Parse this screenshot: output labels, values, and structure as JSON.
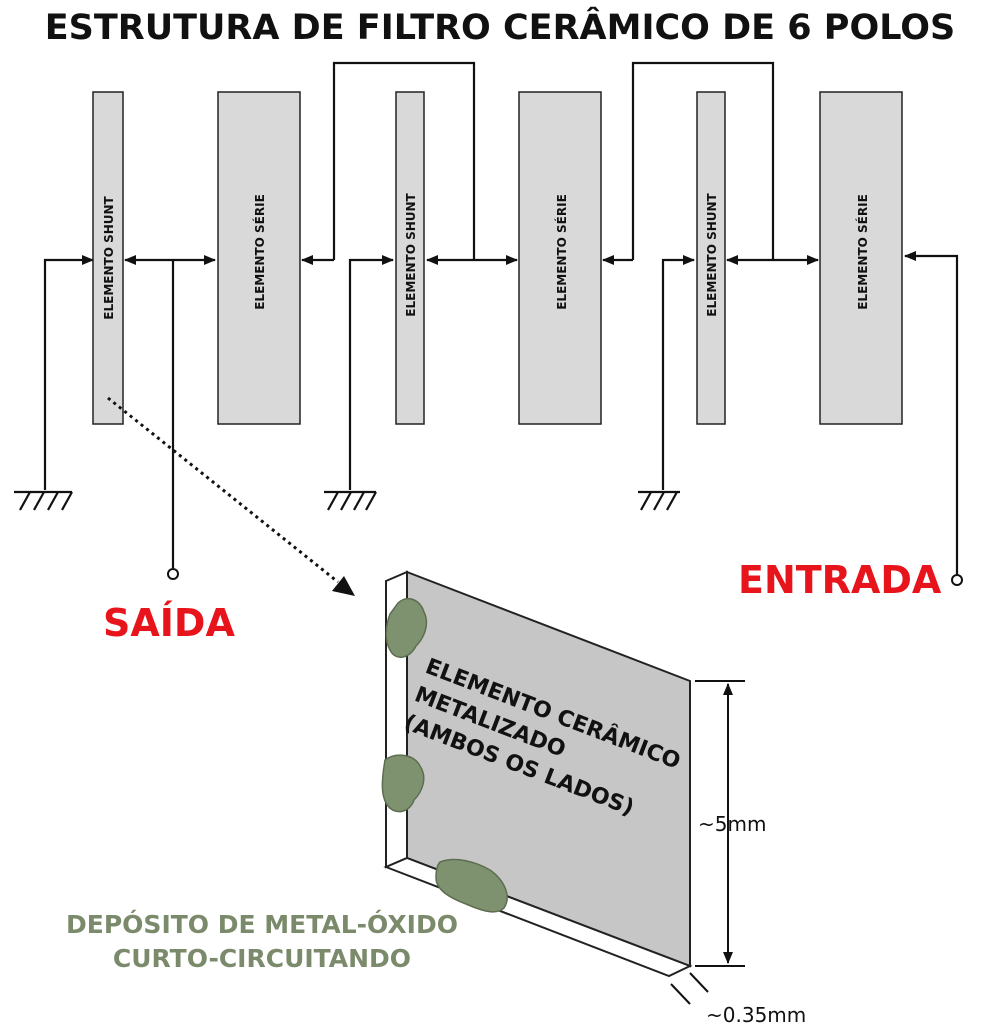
{
  "title": "ESTRUTURA DE FILTRO CERÂMICO DE 6 POLOS",
  "elements": {
    "shunt_label": "ELEMENTO SHUNT",
    "series_label": "ELEMENTO SÉRIE"
  },
  "ports": {
    "output": "SAÍDA",
    "input": "ENTRADA"
  },
  "detail": {
    "element_text": [
      "ELEMENTO CERÂMICO",
      "METALIZADO",
      "(AMBOS OS LADOS)"
    ],
    "height_dim": "~5mm",
    "thickness_dim": "~0.35mm"
  },
  "defect": {
    "line1": "DEPÓSITO DE METAL-ÓXIDO",
    "line2": "CURTO-CIRCUITANDO"
  },
  "colors": {
    "element_fill": "#d9d9d9",
    "port_label": "#e8141c",
    "defect_label": "#7a8a6a",
    "defect_blob": "#7f9270"
  }
}
